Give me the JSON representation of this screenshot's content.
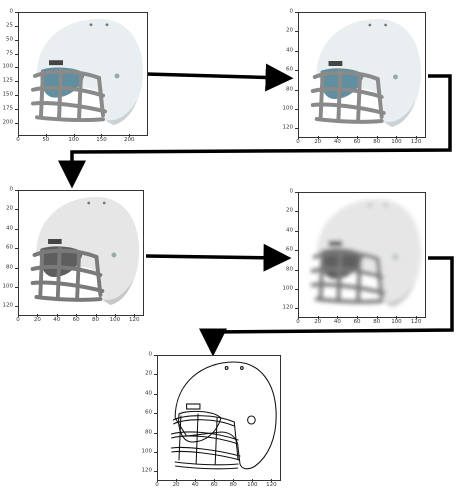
{
  "panels": [
    {
      "id": "original",
      "style": "color",
      "xticks": [
        "0",
        "50",
        "100",
        "150",
        "200"
      ],
      "yticks": [
        "0",
        "25",
        "50",
        "75",
        "100",
        "125",
        "150",
        "175",
        "200"
      ],
      "xrange": [
        0,
        230
      ],
      "yrange": [
        0,
        220
      ]
    },
    {
      "id": "resized",
      "style": "color",
      "xticks": [
        "0",
        "20",
        "40",
        "60",
        "80",
        "100",
        "120"
      ],
      "yticks": [
        "0",
        "20",
        "40",
        "60",
        "80",
        "100",
        "120"
      ],
      "xrange": [
        0,
        128
      ],
      "yrange": [
        0,
        128
      ]
    },
    {
      "id": "grayscale",
      "style": "gray",
      "xticks": [
        "0",
        "20",
        "40",
        "60",
        "80",
        "100",
        "120"
      ],
      "yticks": [
        "0",
        "20",
        "40",
        "60",
        "80",
        "100",
        "120"
      ],
      "xrange": [
        0,
        128
      ],
      "yrange": [
        0,
        128
      ]
    },
    {
      "id": "blurred",
      "style": "blur",
      "xticks": [
        "0",
        "20",
        "40",
        "60",
        "80",
        "100",
        "120"
      ],
      "yticks": [
        "0",
        "20",
        "40",
        "60",
        "80",
        "100",
        "120"
      ],
      "xrange": [
        0,
        128
      ],
      "yrange": [
        0,
        128
      ]
    },
    {
      "id": "edges",
      "style": "edges",
      "xticks": [
        "0",
        "20",
        "40",
        "60",
        "80",
        "100",
        "120"
      ],
      "yticks": [
        "0",
        "20",
        "40",
        "60",
        "80",
        "100",
        "120"
      ],
      "xrange": [
        0,
        128
      ],
      "yrange": [
        0,
        128
      ]
    }
  ],
  "colors": {
    "shell": "#e9eef0",
    "shell_shade": "#c9d3d6",
    "facemask": "#8a8a8a",
    "visor": "#5f8fa0",
    "arrow": "#000000",
    "edge_line": "#111111"
  }
}
